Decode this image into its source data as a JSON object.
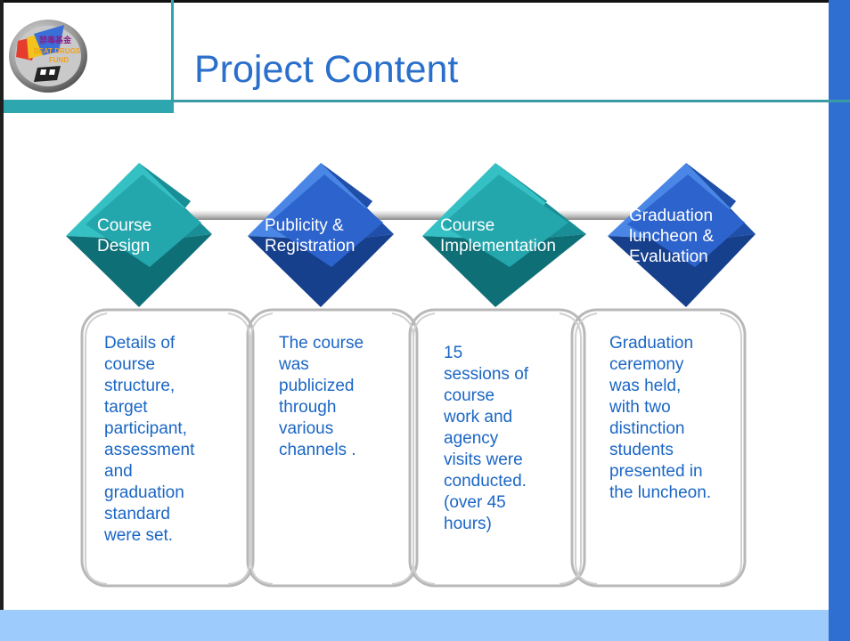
{
  "slide": {
    "title": "Project Content",
    "logo_name": "beat-drugs-fund-logo"
  },
  "steps": [
    {
      "label": "Course\nDesign",
      "color": "teal",
      "description": "Details of\ncourse\nstructure,\ntarget\nparticipant,\nassessment\nand\ngraduation\nstandard\nwere set."
    },
    {
      "label": "Publicity &\nRegistration",
      "color": "blue",
      "description": "The course\nwas\npublicized\nthrough\nvarious\nchannels ."
    },
    {
      "label": "Course\nImplementation",
      "color": "teal",
      "description": "15\nsessions of\ncourse\nwork and\nagency\nvisits were\nconducted.\n(over 45\nhours)"
    },
    {
      "label": "Graduation\nluncheon &\nEvaluation",
      "color": "blue",
      "description": "Graduation\nceremony\nwas held,\nwith two\ndistinction\nstudents\npresented in\nthe luncheon."
    }
  ],
  "colors": {
    "title": "#2a6fcb",
    "body_text": "#1a66c5",
    "teal_cube": "#22a0a8",
    "blue_cube": "#2a5fc8",
    "footer": "#9dcbfb",
    "right_bar": "#2f6fd1"
  }
}
